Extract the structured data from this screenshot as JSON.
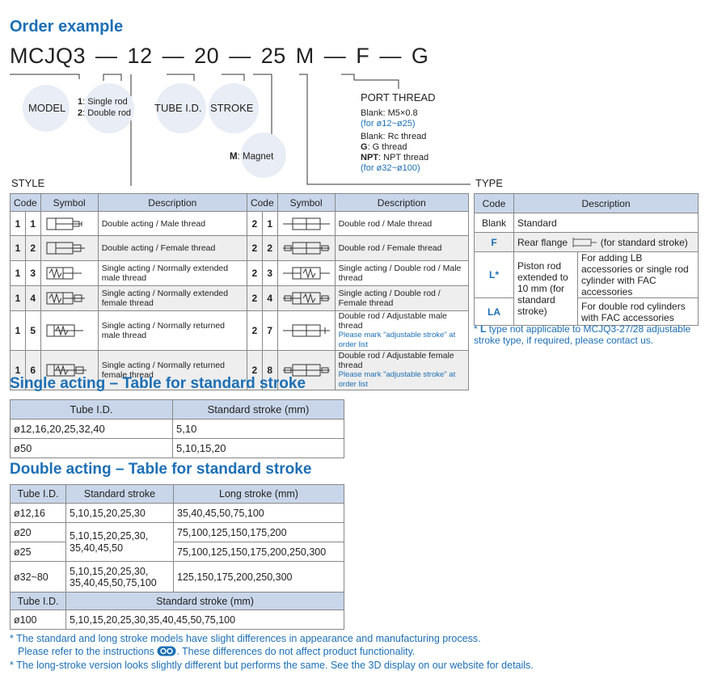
{
  "title": "Order example",
  "order_code": {
    "model": "MCJQ3",
    "rod": "12",
    "bore": "20",
    "stroke": "25",
    "magnet": "M",
    "style": "F",
    "port": "G",
    "sep": "—"
  },
  "labels": {
    "model": "MODEL",
    "rod_1": "1",
    "rod_1_text": ": Single rod",
    "rod_2": "2",
    "rod_2_text": ": Double rod",
    "tube": "TUBE I.D.",
    "stroke": "STROKE",
    "magnet_code": "M",
    "magnet_text": ": Magnet",
    "port_title": "PORT THREAD",
    "port_l1": "Blank: M5×0.8",
    "port_l2": "(for ø12~ø25)",
    "port_l3": "Blank: Rc thread",
    "port_l4_code": "G",
    "port_l4": ": G thread",
    "port_l5_code": "NPT",
    "port_l5": ": NPT thread",
    "port_l6": "(for ø32~ø100)",
    "style": "STYLE",
    "type": "TYPE"
  },
  "style_table": {
    "headers": [
      "Code",
      "Symbol",
      "Description",
      "Code",
      "Symbol",
      "Description"
    ],
    "rows": [
      {
        "a": "1",
        "b": "1",
        "desc": "Double acting / Male thread",
        "c": "2",
        "d": "1",
        "desc2": "Double rod / Male thread"
      },
      {
        "a": "1",
        "b": "2",
        "desc": "Double acting / Female thread",
        "c": "2",
        "d": "2",
        "desc2": "Double rod / Female thread"
      },
      {
        "a": "1",
        "b": "3",
        "desc": "Single acting / Normally extended male thread",
        "c": "2",
        "d": "3",
        "desc2": "Single acting / Double rod / Male thread"
      },
      {
        "a": "1",
        "b": "4",
        "desc": "Single acting / Normally extended female thread",
        "c": "2",
        "d": "4",
        "desc2": "Single acting / Double rod / Female thread"
      },
      {
        "a": "1",
        "b": "5",
        "desc": "Single acting / Normally returned male thread",
        "c": "2",
        "d": "7",
        "desc2": "Double rod / Adjustable male thread",
        "note": "Please mark \"adjustable stroke\" at order list"
      },
      {
        "a": "1",
        "b": "6",
        "desc": "Single acting / Normally returned female thread",
        "c": "2",
        "d": "8",
        "desc2": "Double rod / Adjustable female thread",
        "note": "Please mark \"adjustable stroke\" at order list"
      }
    ]
  },
  "type_table": {
    "headers": [
      "Code",
      "Description"
    ],
    "blank_code": "Blank",
    "blank_desc": "Standard",
    "f_code": "F",
    "f_desc_a": "Rear flange",
    "f_desc_b": "(for standard stroke)",
    "l_code": "L*",
    "la_code": "LA",
    "piston": "Piston rod extended to 10 mm (for standard stroke)",
    "l_desc": "For adding LB accessories or single rod cylinder with FAC accessories",
    "la_desc": "For double rod cylinders with FAC accessories",
    "note_star": "* ",
    "note_code": "L",
    "note_text": " type not applicable to MCJQ3-27/28 adjustable stroke type, if required, please contact us."
  },
  "single_title": "Single acting – Table for standard stroke",
  "single_table": {
    "headers": [
      "Tube I.D.",
      "Standard stroke (mm)"
    ],
    "rows": [
      [
        "ø12,16,20,25,32,40",
        "5,10"
      ],
      [
        "ø50",
        "5,10,15,20"
      ]
    ]
  },
  "double_title": "Double acting – Table for standard stroke",
  "double_table": {
    "headers": [
      "Tube I.D.",
      "Standard stroke",
      "Long stroke (mm)"
    ],
    "r1": [
      "ø12,16",
      "5,10,15,20,25,30",
      "35,40,45,50,75,100"
    ],
    "r2a": [
      "ø20",
      "75,100,125,150,175,200"
    ],
    "r2std": "5,10,15,20,25,30,\n35,40,45,50",
    "r3a": [
      "ø25",
      "75,100,125,150,175,200,250,300"
    ],
    "r4": [
      "ø32~80",
      "5,10,15,20,25,30,\n35,40,45,50,75,100",
      "125,150,175,200,250,300"
    ],
    "h2": [
      "Tube I.D.",
      "Standard stroke (mm)"
    ],
    "r5": [
      "ø100",
      "5,10,15,20,25,30,35,40,45,50,75,100"
    ]
  },
  "footnotes": {
    "f1": "* The standard and long stroke models have slight differences in appearance and manufacturing process.",
    "f2a": "Please refer to the instructions ",
    "f2b": ". These differences do not affect product functionality.",
    "f3": "* The long-stroke version looks slightly different but performs the same. See the 3D display on our website for details."
  }
}
